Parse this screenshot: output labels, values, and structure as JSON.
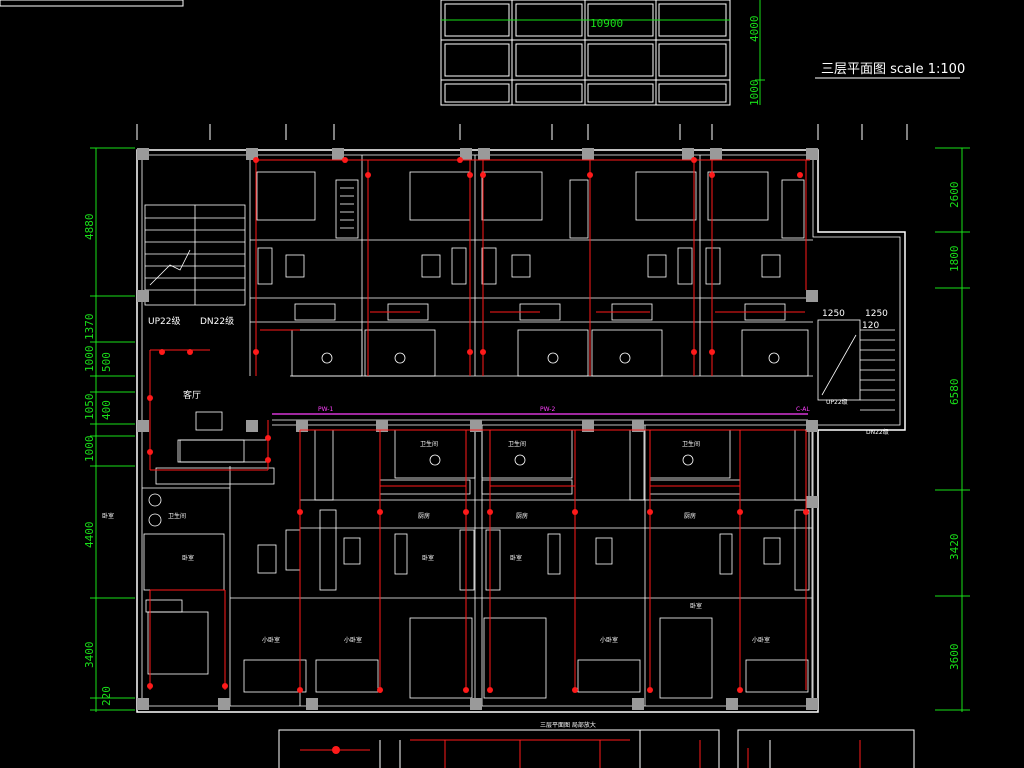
{
  "title": "三层平面图 scale 1:100",
  "dimensions": {
    "top": [
      "10900"
    ],
    "top_right": [
      "4000",
      "1000"
    ],
    "left": [
      "4880",
      "1370",
      "1000",
      "500",
      "1050",
      "400",
      "1000",
      "4400",
      "3400",
      "220"
    ],
    "right": [
      "2600",
      "1800",
      "6580",
      "3420",
      "3600"
    ],
    "stair_right": [
      "1250",
      "1250",
      "120"
    ]
  },
  "labels": {
    "stair_up": "UP22级",
    "stair_down": "DN22级",
    "living": "客厅",
    "stair_up_right": "UP22级",
    "stair_down_right": "DN22级",
    "corridor_left": "PW-1",
    "corridor_mid": "PW-2",
    "corridor_right": "C-AL",
    "room_bath_1": "卫生间",
    "room_bath_2": "卫生间",
    "room_bath_3": "卫生间",
    "room_bed_1": "卧室",
    "room_bed_2": "卧室",
    "room_bed_3": "卧室",
    "room_bed_4": "卧室",
    "room_kitchen_1": "厨房",
    "room_kitchen_2": "厨房",
    "room_kitchen_3": "厨房",
    "room_small_1": "小卧室",
    "room_small_2": "小卧室",
    "room_small_3": "小卧室",
    "room_small_4": "小卧室",
    "room_left_1": "卧室",
    "room_left_2": "卫生间",
    "bottom_caption": "三层平面图 局部放大"
  },
  "colors": {
    "background": "#000000",
    "wall": "#ffffff",
    "dimension": "#19e019",
    "electrical": "#ff1a1a",
    "corridor_line": "#ff40ff",
    "column": "#9a9a9a",
    "furniture": "#d8d8d8",
    "watermark": "#3a3a3a"
  }
}
